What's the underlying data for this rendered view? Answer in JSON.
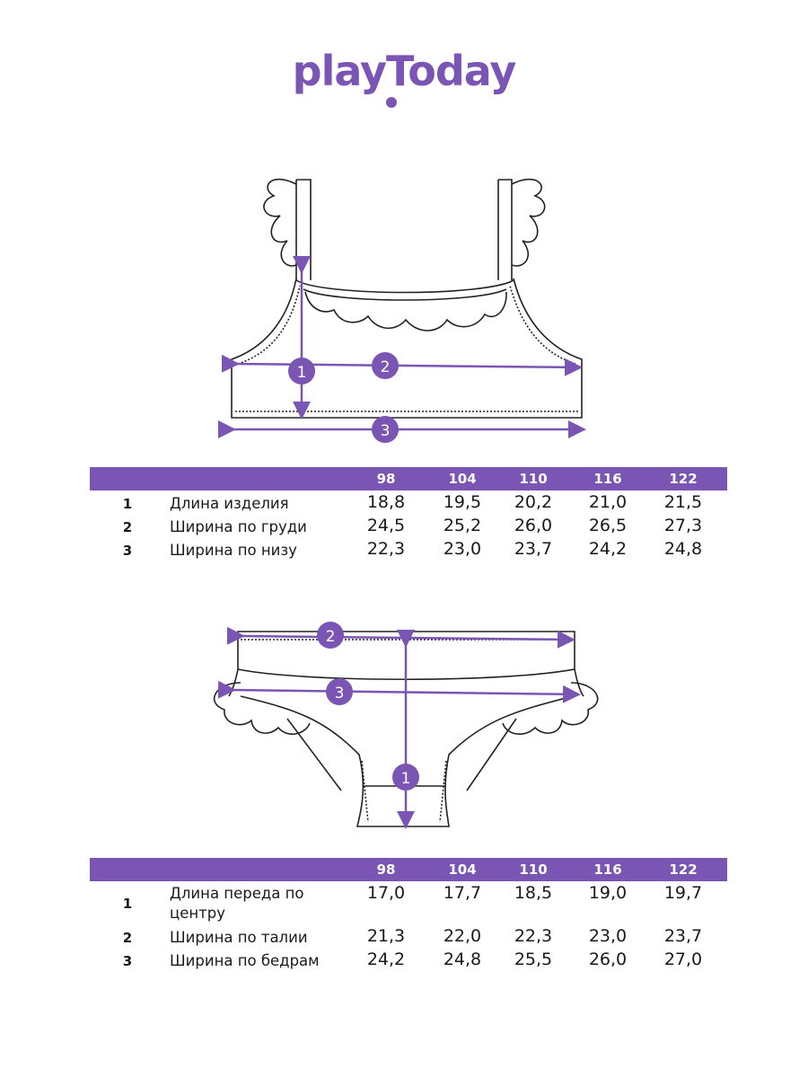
{
  "brand": {
    "logo_text": "playToday",
    "accent": "#7b55b4"
  },
  "top_table": {
    "sizes": [
      "98",
      "104",
      "110",
      "116",
      "122"
    ],
    "rows": [
      {
        "num": "1",
        "name": "Длина изделия",
        "values": [
          "18,8",
          "19,5",
          "20,2",
          "21,0",
          "21,5"
        ]
      },
      {
        "num": "2",
        "name": "Ширина по груди",
        "values": [
          "24,5",
          "25,2",
          "26,0",
          "26,5",
          "27,3"
        ]
      },
      {
        "num": "3",
        "name": "Ширина по низу",
        "values": [
          "22,3",
          "23,0",
          "23,7",
          "24,2",
          "24,8"
        ]
      }
    ]
  },
  "bottom_table": {
    "sizes": [
      "98",
      "104",
      "110",
      "116",
      "122"
    ],
    "rows": [
      {
        "num": "1",
        "name": "Длина переда по центру",
        "values": [
          "17,0",
          "17,7",
          "18,5",
          "19,0",
          "19,7"
        ]
      },
      {
        "num": "2",
        "name": "Ширина по талии",
        "values": [
          "21,3",
          "22,0",
          "22,3",
          "23,0",
          "23,7"
        ]
      },
      {
        "num": "3",
        "name": "Ширина по бедрам",
        "values": [
          "24,2",
          "24,8",
          "25,5",
          "26,0",
          "27,0"
        ]
      }
    ]
  },
  "markers": {
    "top": [
      "1",
      "2",
      "3"
    ],
    "bottom": [
      "1",
      "2",
      "3"
    ]
  }
}
